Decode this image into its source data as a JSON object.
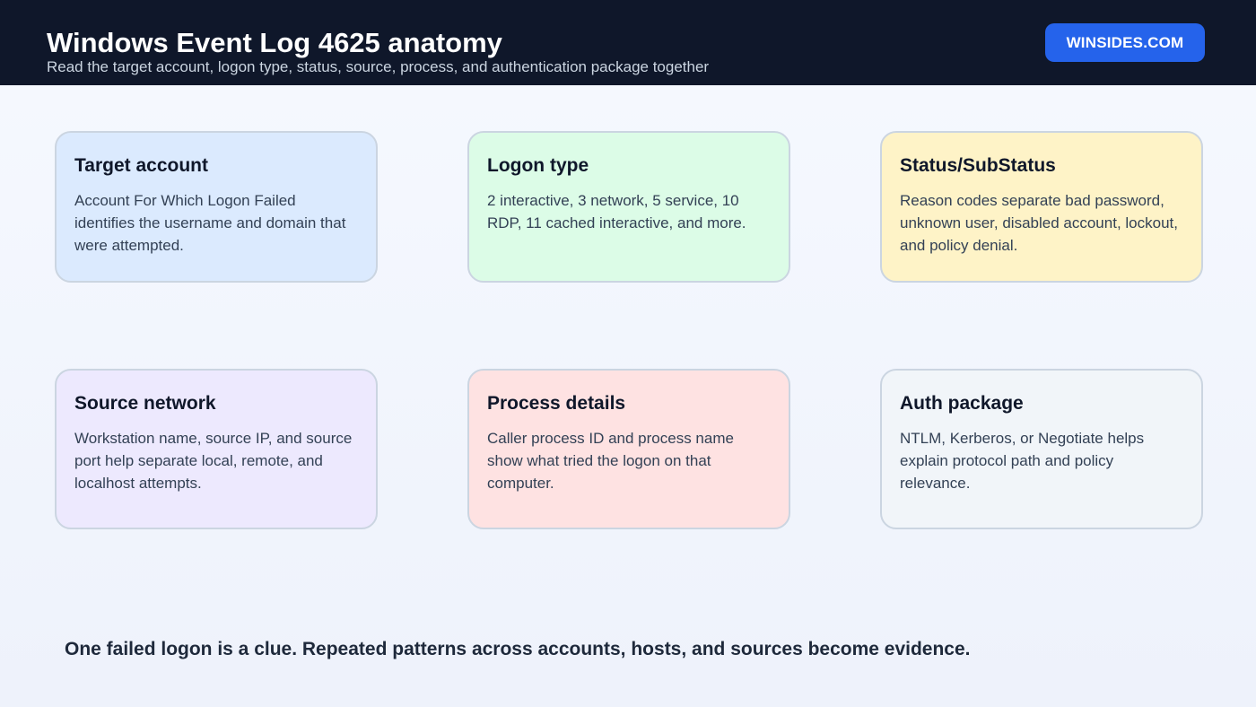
{
  "header": {
    "title": "Windows Event Log 4625 anatomy",
    "subtitle": "Read the target account, logon type, status, source, process, and authentication package together",
    "brand": "WINSIDES.COM"
  },
  "cards": [
    {
      "title": "Target account",
      "body": "Account For Which Logon Failed identifies the username and domain that were attempted.",
      "color": "#dbeafe"
    },
    {
      "title": "Logon type",
      "body": "2 interactive, 3 network, 5 service, 10 RDP, 11 cached interactive, and more.",
      "color": "#dcfce7"
    },
    {
      "title": "Status/SubStatus",
      "body": "Reason codes separate bad password, unknown user, disabled account, lockout, and policy denial.",
      "color": "#fef3c7"
    },
    {
      "title": "Source network",
      "body": "Workstation name, source IP, and source port help separate local, remote, and localhost attempts.",
      "color": "#ede9fe"
    },
    {
      "title": "Process details",
      "body": "Caller process ID and process name show what tried the logon on that computer.",
      "color": "#fee2e2"
    },
    {
      "title": "Auth package",
      "body": "NTLM, Kerberos, or Negotiate helps explain protocol path and policy relevance.",
      "color": "#f1f5f9"
    }
  ],
  "footer": {
    "note": "One failed logon is a clue. Repeated patterns across accounts, hosts, and sources become evidence."
  }
}
